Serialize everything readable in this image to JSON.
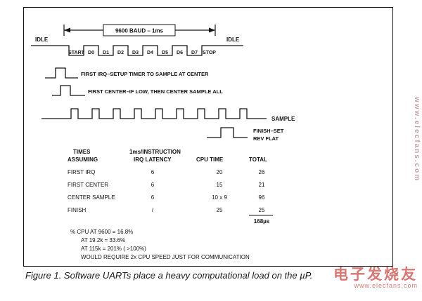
{
  "colors": {
    "ink": "#141414",
    "watermark_side": "#c2a4a4",
    "watermark_red": "#d4605a"
  },
  "diagram": {
    "baud_label": "9600 BAUD – 1ms",
    "idle_left": "IDLE",
    "idle_right": "IDLE",
    "bits": [
      "START",
      "D0",
      "D1",
      "D2",
      "D3",
      "D4",
      "D5",
      "D6",
      "D7",
      "STOP"
    ],
    "annotations": {
      "first_irq": "FIRST IRQ–SETUP TIMER TO SAMPLE AT CENTER",
      "first_center": "FIRST CENTER–IF LOW, THEN CENTER SAMPLE ALL",
      "sample": "SAMPLE",
      "finish_line1": "FINISH–SET",
      "finish_line2": "REV FLAT"
    },
    "table": {
      "header": {
        "col1_line1": "TIMES",
        "col1_line2": "ASSUMING",
        "col2_line1": "1ms/INSTRUCTION",
        "col2_line2": "IRQ LATENCY",
        "col3": "CPU TIME",
        "col4": "TOTAL"
      },
      "rows": [
        {
          "label": "FIRST IRQ",
          "latency": "6",
          "cpu": "20",
          "total": "26"
        },
        {
          "label": "FIRST CENTER",
          "latency": "6",
          "cpu": "15",
          "total": "21"
        },
        {
          "label": "CENTER SAMPLE",
          "latency": "6",
          "cpu": "10 x 9",
          "total": "96"
        },
        {
          "label": "FINISH",
          "latency": "/",
          "cpu": "25",
          "total": "25"
        }
      ],
      "sum": "168µs"
    },
    "notes": [
      "% CPU AT 9600 = 16.8%",
      "AT 19.2k = 33.6%",
      "AT 115k = 201% ( >100%)",
      "WOULD REQUIRE 2x CPU SPEED JUST FOR COMMUNICATION"
    ]
  },
  "caption": "Figure 1. Software UARTs place a heavy computational load on the µP.",
  "watermarks": {
    "side": "www.elecfans.com",
    "bottom_cn": "电子发烧友",
    "bottom_url": "www.elecfans.com"
  }
}
